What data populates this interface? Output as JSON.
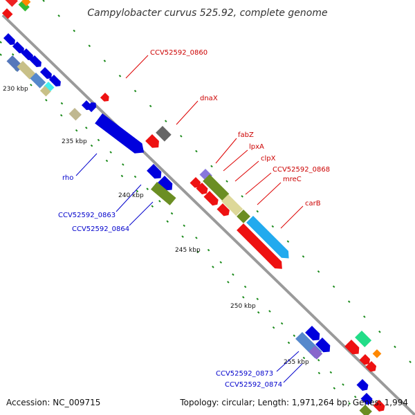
{
  "title": "Campylobacter curvus 525.92, complete genome",
  "footer": {
    "accession": "Accession: NC_009715",
    "topology": "Topology: circular; Length: 1,971,264 bp; Genes: 1,994"
  },
  "scale_ticks": [
    "230 kbp",
    "235 kbp",
    "240 kbp",
    "245 kbp",
    "250 kbp",
    "255 kbp"
  ],
  "gene_labels": {
    "forward": [
      "CCV52592_0860",
      "dnaX",
      "fabZ",
      "lpxA",
      "clpX",
      "CCV52592_0868",
      "mreC",
      "carB"
    ],
    "reverse": [
      "rho",
      "CCV52592_0863",
      "CCV52592_0864",
      "CCV52592_0873",
      "CCV52592_0874"
    ]
  },
  "colors": {
    "forward_label": "#cc0000",
    "reverse_label": "#0000cc",
    "backbone": "#999999",
    "tick": "#1a7a1a"
  }
}
